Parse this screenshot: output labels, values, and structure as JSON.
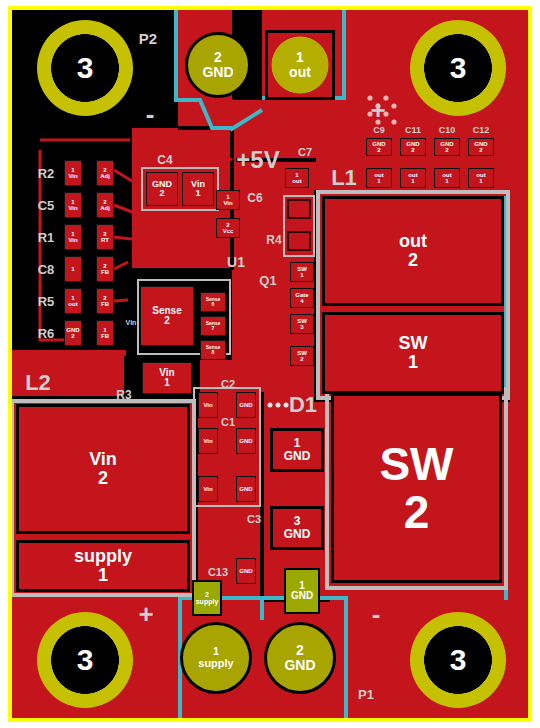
{
  "diagram": {
    "nodes": [
      {
        "text": [
          "3"
        ]
      },
      {
        "text": [
          "2",
          "GND"
        ]
      },
      {
        "text": [
          "1",
          "out"
        ]
      },
      {
        "text": [
          "3"
        ]
      },
      {
        "text": [
          "GND",
          "2"
        ]
      },
      {
        "text": [
          "GND",
          "2"
        ]
      },
      {
        "text": [
          "GND",
          "2"
        ]
      },
      {
        "text": [
          "GND",
          "2"
        ]
      },
      {
        "text": [
          "1",
          "out"
        ]
      },
      {
        "text": [
          "out",
          "1"
        ]
      },
      {
        "text": [
          "out",
          "1"
        ]
      },
      {
        "text": [
          "out",
          "1"
        ]
      },
      {
        "text": [
          "out",
          "1"
        ]
      },
      {
        "text": [
          "1",
          "Vin"
        ]
      },
      {
        "text": [
          "2",
          "Adj"
        ]
      },
      {
        "text": [
          "1",
          "Vin"
        ]
      },
      {
        "text": [
          "2",
          "Adj"
        ]
      },
      {
        "text": [
          "1",
          "Vin"
        ]
      },
      {
        "text": [
          "2",
          "RT"
        ]
      },
      {
        "text": [
          "1"
        ]
      },
      {
        "text": [
          "2",
          "FB"
        ]
      },
      {
        "text": [
          "1",
          "out"
        ]
      },
      {
        "text": [
          "2",
          "FB"
        ]
      },
      {
        "text": [
          "GND",
          "2"
        ]
      },
      {
        "text": [
          "1",
          "FB"
        ]
      },
      {
        "text": [
          "GND",
          "2"
        ]
      },
      {
        "text": [
          "Vin",
          "1"
        ]
      },
      {
        "text": [
          "1",
          "Vin"
        ]
      },
      {
        "text": [
          "2",
          "Vcc"
        ]
      },
      {
        "text": [
          "SW",
          "1"
        ]
      },
      {
        "text": [
          "Gate",
          "4"
        ]
      },
      {
        "text": [
          "SW",
          "3"
        ]
      },
      {
        "text": [
          "SW",
          "2"
        ]
      },
      {
        "text": [
          "Sense",
          "2"
        ]
      },
      {
        "text": [
          "Sense",
          "6"
        ]
      },
      {
        "text": [
          "Sense",
          "7"
        ]
      },
      {
        "text": [
          "Sense",
          "8"
        ]
      },
      {
        "text": [
          "Vin",
          "1"
        ]
      },
      {
        "text": [
          "out",
          "2"
        ]
      },
      {
        "text": [
          "SW",
          "1"
        ]
      },
      {
        "text": [
          "Vin",
          "2"
        ]
      },
      {
        "text": [
          "supply",
          "1"
        ]
      },
      {
        "text": [
          "Vin"
        ]
      },
      {
        "text": [
          "GND"
        ]
      },
      {
        "text": [
          "Vin"
        ]
      },
      {
        "text": [
          "GND"
        ]
      },
      {
        "text": [
          "Vin"
        ]
      },
      {
        "text": [
          "GND"
        ]
      },
      {
        "text": [
          "GND"
        ]
      },
      {
        "text": [
          "1",
          "GND"
        ]
      },
      {
        "text": [
          "3",
          "GND"
        ]
      },
      {
        "text": [
          "SW",
          "2"
        ]
      },
      {
        "text": [
          "2",
          "supply"
        ]
      },
      {
        "text": [
          "1",
          "GND"
        ]
      },
      {
        "text": [
          "1",
          "supply"
        ]
      },
      {
        "text": [
          "2",
          "GND"
        ]
      },
      {
        "text": [
          "3"
        ]
      },
      {
        "text": [
          "3"
        ]
      }
    ],
    "labels": [
      "P2",
      "-",
      "+",
      "C7",
      "+5V",
      "L1",
      "C9",
      "C11",
      "C10",
      "C12",
      "C4",
      "R2",
      "C5",
      "R1",
      "C8",
      "R5",
      "R6",
      "C6",
      "R4",
      "U1",
      "Q1",
      "Vin",
      "L2",
      "R3",
      "C2",
      "C1",
      "D1",
      "C3",
      "C13",
      "+",
      "-",
      "P1"
    ]
  }
}
